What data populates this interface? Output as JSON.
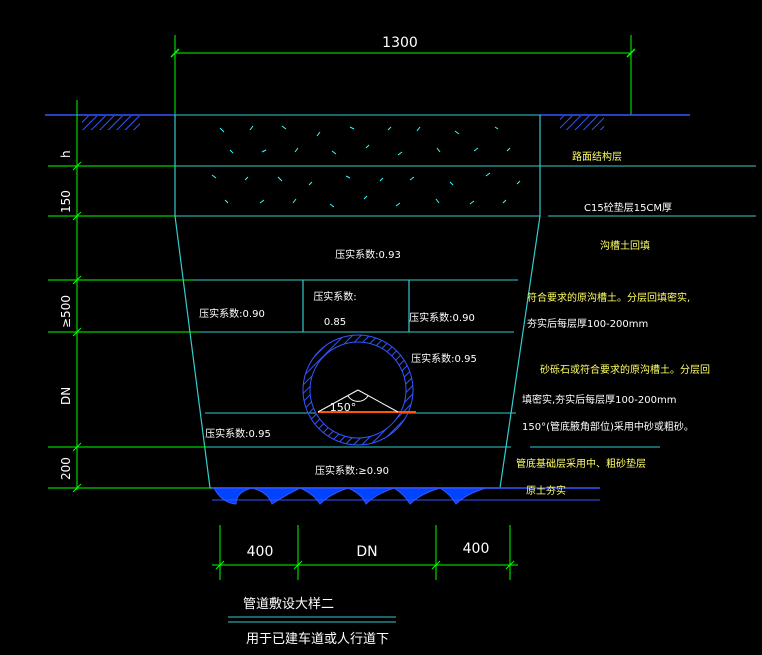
{
  "dimensions": {
    "top_width": "1300",
    "bottom_left": "400",
    "bottom_mid": "DN",
    "bottom_right": "400",
    "left_h": "h",
    "left_150": "150",
    "left_500": "≥500",
    "left_dn": "DN",
    "left_200": "200"
  },
  "zones": {
    "compaction_093": "压实系数:0.93",
    "compaction_090_left": "压实系数:0.90",
    "compaction_mid_a": "压实系数:",
    "compaction_mid_b": "0.85",
    "compaction_090_right": "压实系数:0.90",
    "compaction_095_right": "压实系数:0.95",
    "compaction_095_left": "压实系数:0.95",
    "compaction_bottom": "压实系数:≥0.90",
    "angle": "150°"
  },
  "notes": {
    "road_layer": "路面结构层",
    "c15": "C15砼垫层15CM厚",
    "backfill": "沟槽土回填",
    "good_soil_1": "符合要求的原沟槽土。分层回填密实,",
    "good_soil_2": "夯实后每层厚100-200mm",
    "sand_1": "砂砾石或符合要求的原沟槽土。分层回",
    "sand_2": "填密实,夯实后每层厚100-200mm",
    "angle_note": "150°(管底腋角部位)采用中砂或粗砂。",
    "base_layer": "管底基础层采用中、粗砂垫层",
    "native": "原土夯实"
  },
  "title": {
    "main": "管道敷设大样二",
    "sub": "用于已建车道或人行道下"
  }
}
